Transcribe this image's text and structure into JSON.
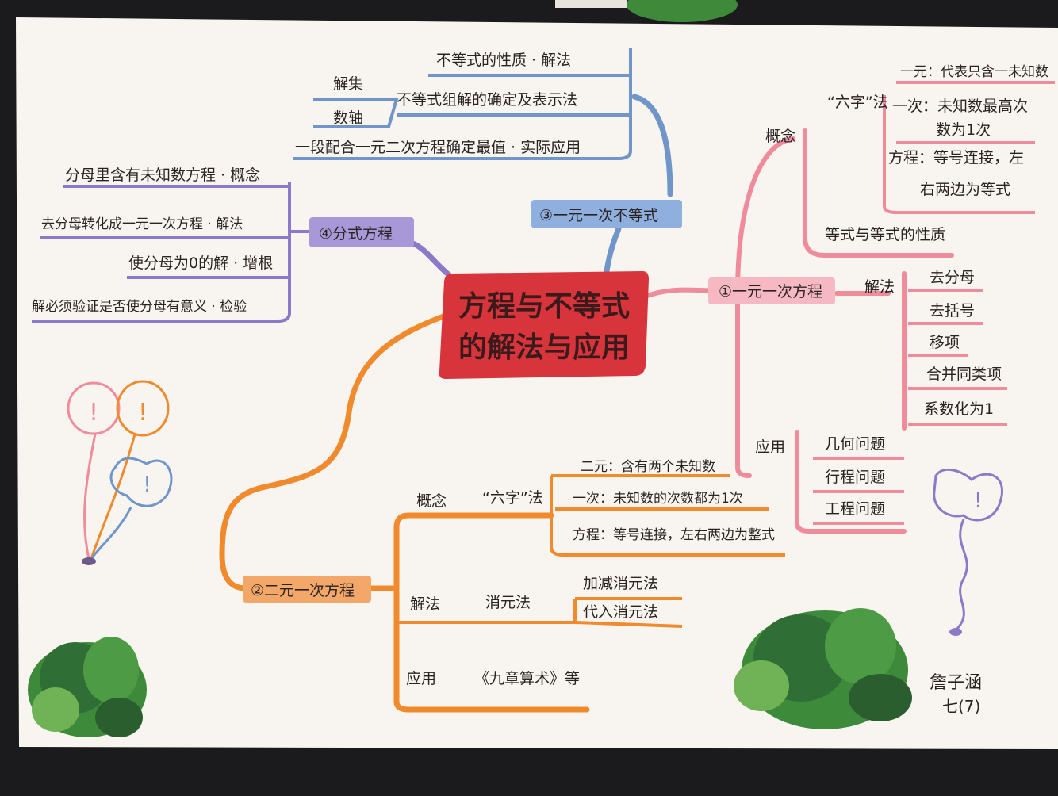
{
  "center": {
    "line1": "方程与不等式",
    "line2": "的解法与应用",
    "color": "#d8343c"
  },
  "colors": {
    "pink": "#ef8b9a",
    "orange": "#f08a2c",
    "blue": "#6f95c9",
    "purple": "#8c7ac8",
    "paper": "#f8f5f1"
  },
  "branch1": {
    "title": "①一元一次方程",
    "concept": "概念",
    "liuzi": "“六字”法",
    "yiyuan": "一元：代表只含一未知数",
    "yici_1": "一次：未知数最高次",
    "yici_2": "数为1次",
    "fangcheng_1": "方程：等号连接，左",
    "fangcheng_2": "右两边为等式",
    "property": "等式与等式的性质",
    "method": "解法",
    "steps": [
      "去分母",
      "去括号",
      "移项",
      "合并同类项",
      "系数化为1"
    ],
    "application": "应用",
    "apps": [
      "几何问题",
      "行程问题",
      "工程问题"
    ]
  },
  "branch2": {
    "title": "②二元一次方程",
    "concept": "概念",
    "liuzi": "“六字”法",
    "erYuan": "二元：含有两个未知数",
    "yici": "一次：未知数的次数都为1次",
    "fangcheng": "方程：等号连接，左右两边为整式",
    "method": "解法",
    "elim": "消元法",
    "elim1": "加减消元法",
    "elim2": "代入消元法",
    "application": "应用",
    "app": "《九章算术》等"
  },
  "branch3": {
    "title": "③一元一次不等式",
    "item1": "不等式的性质 · 解法",
    "jieji": "解集",
    "shuzhou": "数轴",
    "item2": "不等式组解的确定及表示法",
    "item3": "一段配合一元二次方程确定最值 · 实际应用"
  },
  "branch4": {
    "title": "④分式方程",
    "item1": "分母里含有未知数方程 · 概念",
    "item2": "去分母转化成一元一次方程 · 解法",
    "item3": "使分母为0的解 · 增根",
    "item4": "解必须验证是否使分母有意义 · 检验"
  },
  "signature": {
    "name": "詹子涵",
    "class": "七(7)"
  },
  "decor": {
    "exclaim": "!"
  }
}
